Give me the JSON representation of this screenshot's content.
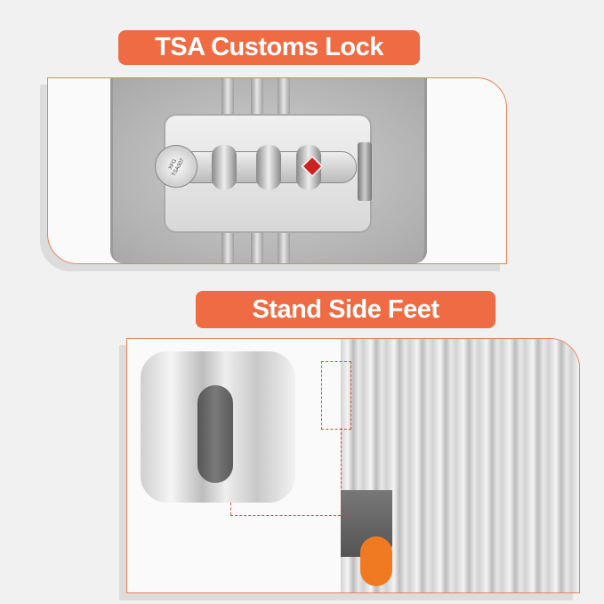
{
  "sections": [
    {
      "title": "TSA Customs Lock",
      "lock_engraving": "XFG TSA007"
    },
    {
      "title": "Stand Side Feet"
    }
  ],
  "colors": {
    "accent": "#ee6b43",
    "wheel": "#f07a22",
    "panel_border": "#e8825a"
  }
}
